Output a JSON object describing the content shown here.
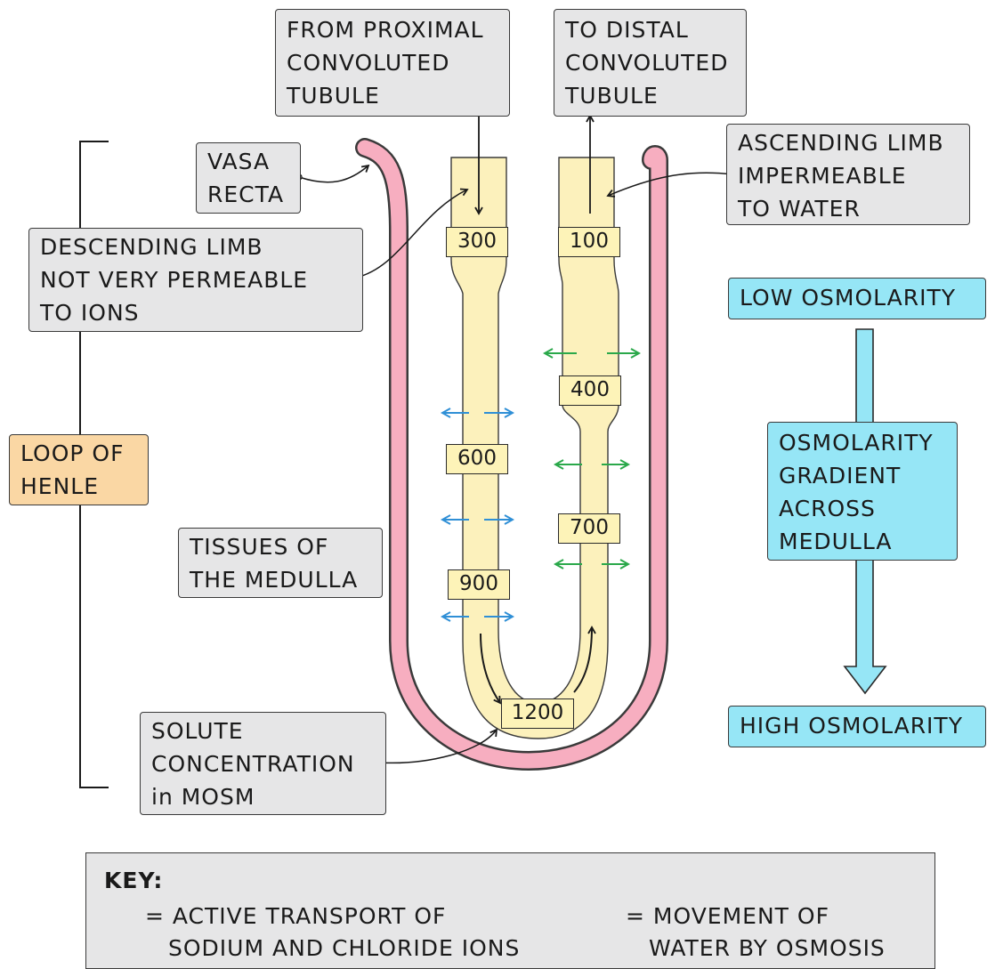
{
  "labels": {
    "from_pct": [
      "FROM PROXIMAL",
      "CONVOLUTED",
      "TUBULE"
    ],
    "to_dct": [
      "TO DISTAL",
      "CONVOLUTED",
      "TUBULE"
    ],
    "vasa_recta": [
      "VASA",
      "RECTA"
    ],
    "ascending_limb": [
      "ASCENDING LIMB",
      "IMPERMEABLE",
      "TO WATER"
    ],
    "descending_limb": [
      "DESCENDING LIMB",
      "NOT VERY PERMEABLE",
      "TO IONS"
    ],
    "low_osmolarity": "LOW OSMOLARITY",
    "gradient": [
      "OSMOLARITY",
      "GRADIENT",
      "ACROSS",
      "MEDULLA"
    ],
    "high_osmolarity": "HIGH OSMOLARITY",
    "loop_of_henle": [
      "LOOP OF",
      "HENLE"
    ],
    "tissues": [
      "TISSUES OF",
      "THE MEDULLA"
    ],
    "solute": [
      "SOLUTE",
      "CONCENTRATION",
      "in MOSM"
    ]
  },
  "concentrations": {
    "descending": [
      "300",
      "600",
      "900"
    ],
    "bottom": "1200",
    "ascending": [
      "100",
      "400",
      "700"
    ]
  },
  "key": {
    "title": "KEY:",
    "green_line1": "= ACTIVE TRANSPORT OF",
    "green_line2": "SODIUM AND CHLORIDE IONS",
    "blue_line1": "= MOVEMENT OF",
    "blue_line2": "WATER BY OSMOSIS"
  },
  "colors": {
    "tubule": "#fcf1bc",
    "vasa_recta": "#f7aec0",
    "label_box": "#e6e6e7",
    "loop_box": "#fad7a4",
    "osmolarity_box": "#96e6f6",
    "water_arrow": "#2f8fd6",
    "ion_arrow": "#2aa84a"
  }
}
